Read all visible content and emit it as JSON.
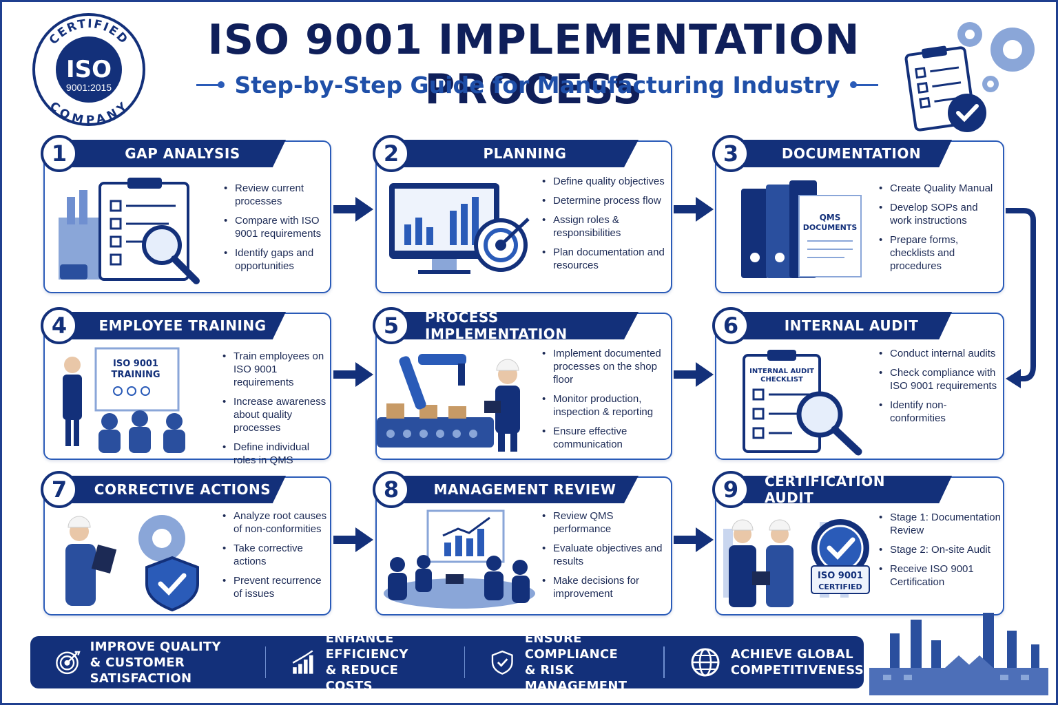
{
  "seal": {
    "top_text": "CERTIFIED",
    "center": "ISO",
    "standard": "9001:2015",
    "bottom_text": "COMPANY"
  },
  "header": {
    "title": "ISO 9001 IMPLEMENTATION PROCESS",
    "subtitle": "Step-by-Step Guide for Manufacturing Industry"
  },
  "steps": [
    {
      "number": "1",
      "title": "GAP ANALYSIS",
      "bullets": [
        "Review current processes",
        "Compare with ISO 9001 requirements",
        "Identify gaps and opportunities"
      ]
    },
    {
      "number": "2",
      "title": "PLANNING",
      "bullets": [
        "Define quality objectives",
        "Determine process flow",
        "Assign roles & responsibilities",
        "Plan documentation and resources"
      ]
    },
    {
      "number": "3",
      "title": "DOCUMENTATION",
      "illus_text": "QMS DOCUMENTS",
      "bullets": [
        "Create Quality Manual",
        "Develop SOPs and work instructions",
        "Prepare forms, checklists and procedures"
      ]
    },
    {
      "number": "4",
      "title": "EMPLOYEE TRAINING",
      "illus_text": "ISO 9001 TRAINING",
      "bullets": [
        "Train employees on ISO 9001 requirements",
        "Increase awareness about quality processes",
        "Define individual roles in QMS"
      ]
    },
    {
      "number": "5",
      "title": "PROCESS IMPLEMENTATION",
      "bullets": [
        "Implement documented processes on the shop floor",
        "Monitor production, inspection & reporting",
        "Ensure effective communication"
      ]
    },
    {
      "number": "6",
      "title": "INTERNAL AUDIT",
      "illus_text": "INTERNAL AUDIT CHECKLIST",
      "bullets": [
        "Conduct internal audits",
        "Check compliance with ISO 9001 requirements",
        "Identify non-conformities"
      ]
    },
    {
      "number": "7",
      "title": "CORRECTIVE ACTIONS",
      "bullets": [
        "Analyze root causes of non-conformities",
        "Take corrective actions",
        "Prevent recurrence of issues"
      ]
    },
    {
      "number": "8",
      "title": "MANAGEMENT REVIEW",
      "bullets": [
        "Review QMS performance",
        "Evaluate objectives and results",
        "Make decisions for improvement"
      ]
    },
    {
      "number": "9",
      "title": "CERTIFICATION AUDIT",
      "illus_text": "ISO 9001 CERTIFIED",
      "bullets": [
        "Stage 1: Documentation Review",
        "Stage 2: On-site Audit",
        "Receive ISO 9001 Certification"
      ]
    }
  ],
  "benefits": [
    {
      "icon": "target-icon",
      "line1": "IMPROVE QUALITY",
      "line2": "& CUSTOMER SATISFACTION"
    },
    {
      "icon": "growth-chart-icon",
      "line1": "ENHANCE EFFICIENCY",
      "line2": "& REDUCE COSTS"
    },
    {
      "icon": "shield-check-icon",
      "line1": "ENSURE COMPLIANCE",
      "line2": "& RISK MANAGEMENT"
    },
    {
      "icon": "globe-icon",
      "line1": "ACHIEVE GLOBAL",
      "line2": "COMPETITIVENESS"
    }
  ],
  "colors": {
    "navy": "#13307a",
    "blue": "#2a5bb8",
    "title": "#0f1f5a",
    "subtitle": "#1f4fa8"
  }
}
